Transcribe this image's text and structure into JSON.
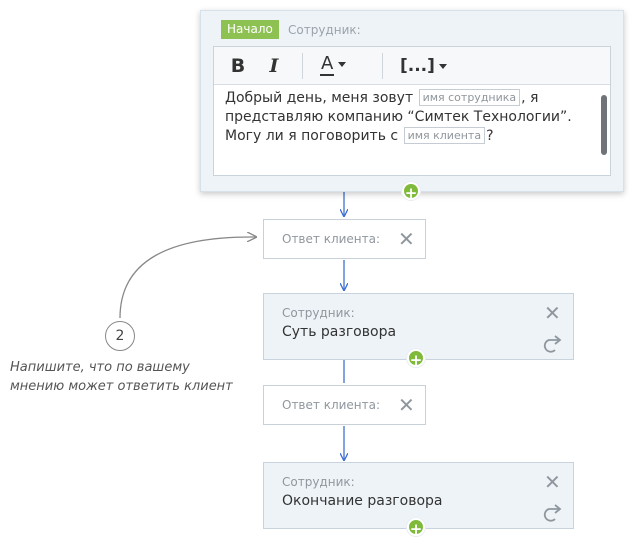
{
  "editor": {
    "start_badge": "Начало",
    "role": "Сотрудник:",
    "toolbar": {
      "bold": "B",
      "italic": "I",
      "font_color": "A",
      "insert": "[...]"
    },
    "message": {
      "part1": "Добрый день, меня зовут ",
      "tag1": "имя сотрудника",
      "part2": ", я представляю компанию “Симтек Технологии”. Могу ли я поговорить с ",
      "tag2": "имя клиента",
      "part3": "?"
    }
  },
  "nodes": [
    {
      "type": "client",
      "label": "Ответ клиента:"
    },
    {
      "type": "employee",
      "label": "Сотрудник:",
      "title": "Суть разговора"
    },
    {
      "type": "client",
      "label": "Ответ клиента:"
    },
    {
      "type": "employee",
      "label": "Сотрудник:",
      "title": "Окончание разговора"
    }
  ],
  "hint": {
    "step": "2",
    "text": "Напишите, что по вашему мнению может ответить клиент"
  },
  "colors": {
    "accent_green": "#8dc152",
    "connector_blue": "#3e6fd1"
  }
}
